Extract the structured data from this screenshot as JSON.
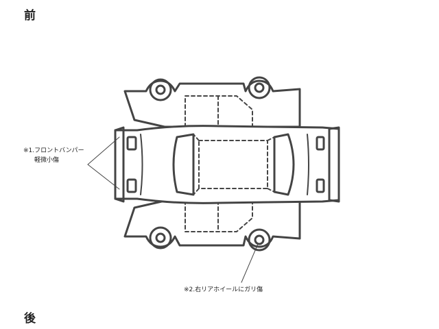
{
  "labels": {
    "front": "前",
    "back": "後"
  },
  "notes": {
    "note1_line1": "※1.フロントバンパー",
    "note1_line2": "軽微小傷",
    "note2": "※2.右リアホイールにガリ傷"
  },
  "colors": {
    "line": "#444444",
    "background": "#ffffff"
  }
}
